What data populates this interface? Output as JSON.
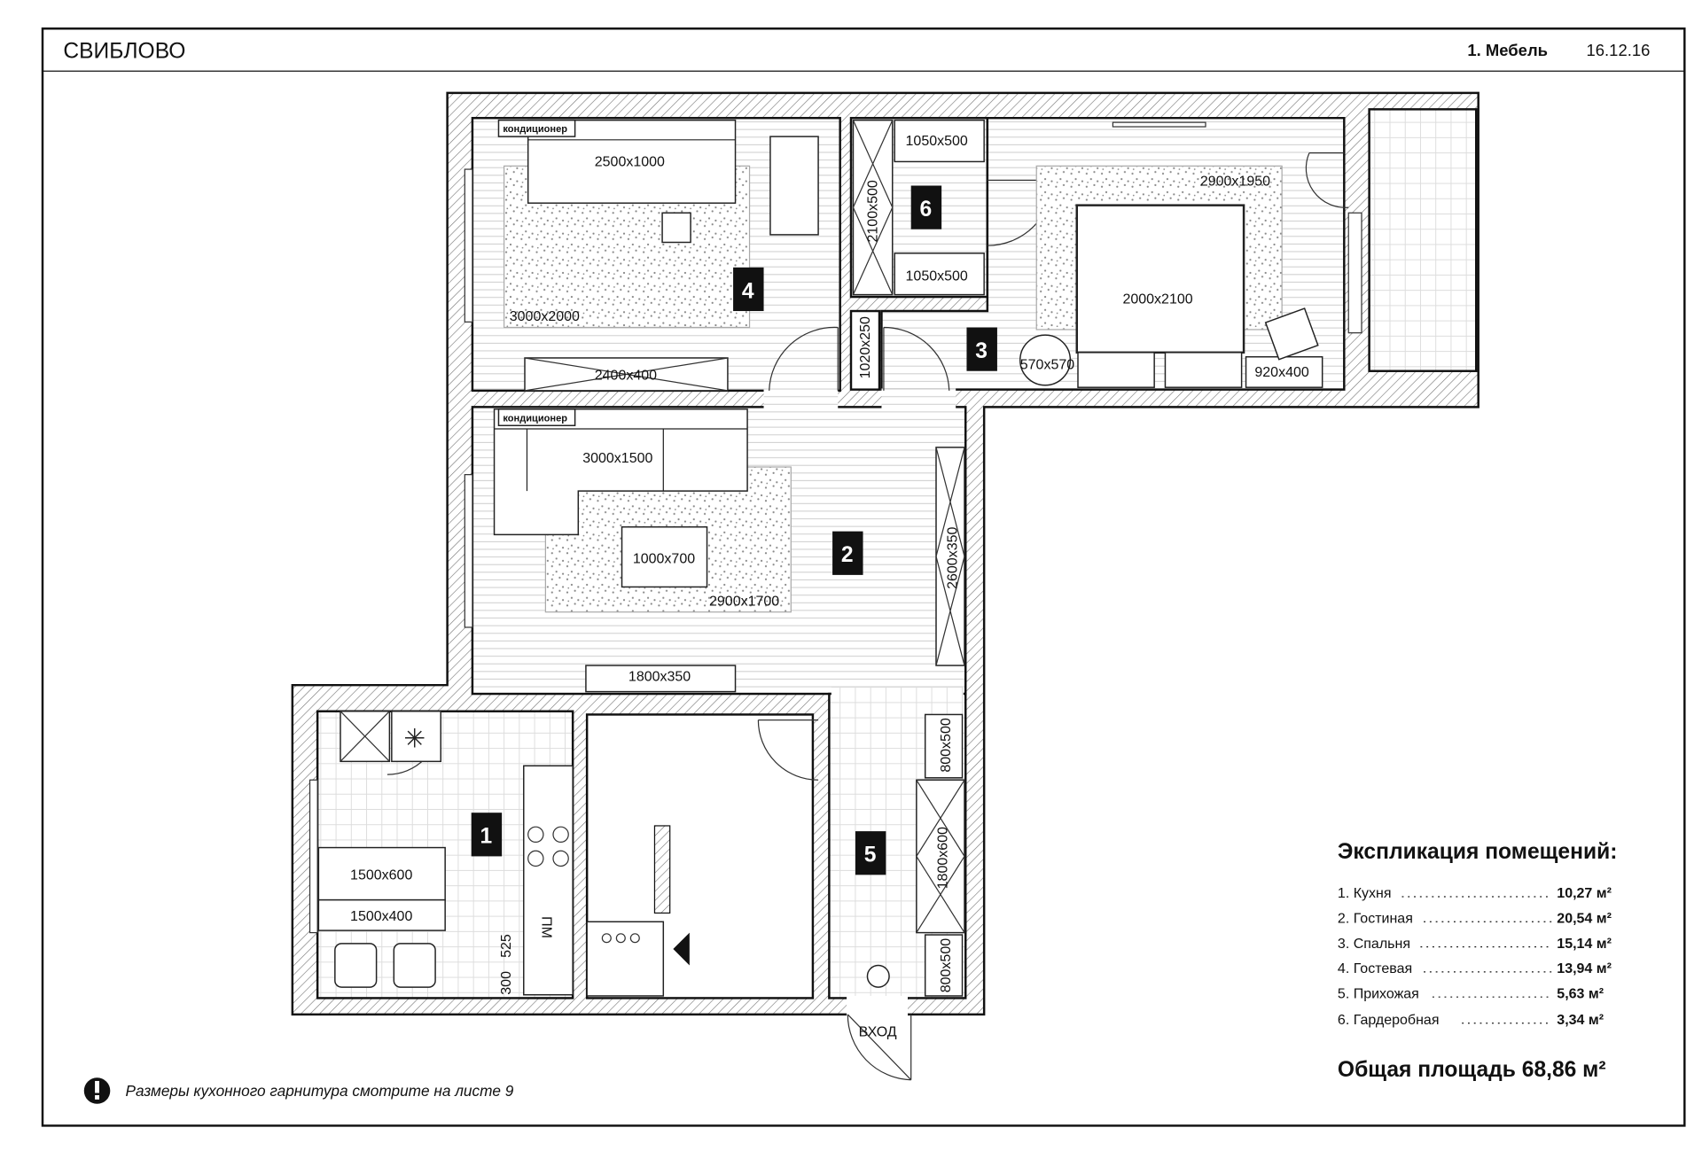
{
  "header": {
    "title": "СВИБЛОВО",
    "sheet": "1. Мебель",
    "date": "16.12.16"
  },
  "rooms": {
    "r1": "1",
    "r2": "2",
    "r3": "3",
    "r4": "4",
    "r5": "5",
    "r6": "6"
  },
  "furniture": {
    "sofa4": "2500x1000",
    "rug4": "3000x2000",
    "cab4": "2400x400",
    "ac1": "кондиционер",
    "ac2": "кондиционер",
    "ward6_top": "1050x500",
    "ward6_bottom": "1050x500",
    "ward6_side": "2100x500",
    "closet": "1020x250",
    "rug3": "2900x1950",
    "bed": "2000x2100",
    "round_table": "570x570",
    "cab3": "920x400",
    "sofa2": "3000x1500",
    "table2": "1000x700",
    "rug2": "2900x1700",
    "ward2": "2600x350",
    "tv2": "1800x350",
    "kt1": "1500x600",
    "kt2": "1500x400",
    "pm": "ПМ",
    "dim300": "300",
    "dim525": "525",
    "hall1": "800x500",
    "hall2": "1800x600",
    "hall3": "800x500",
    "entrance": "ВХОД"
  },
  "explication": {
    "title": "Экспликация помещений:",
    "items": [
      {
        "name": "1. Кухня",
        "area": "10,27 м²"
      },
      {
        "name": "2. Гостиная",
        "area": "20,54 м²"
      },
      {
        "name": "3. Спальня",
        "area": "15,14 м²"
      },
      {
        "name": "4. Гостевая",
        "area": "13,94 м²"
      },
      {
        "name": "5. Прихожая",
        "area": "5,63 м²"
      },
      {
        "name": "6. Гардеробная",
        "area": "3,34 м²"
      }
    ],
    "total": "Общая площадь 68,86 м²"
  },
  "note": {
    "text": "Размеры кухонного гарнитура смотрите на листе 9",
    "icon": "exclamation-icon"
  }
}
